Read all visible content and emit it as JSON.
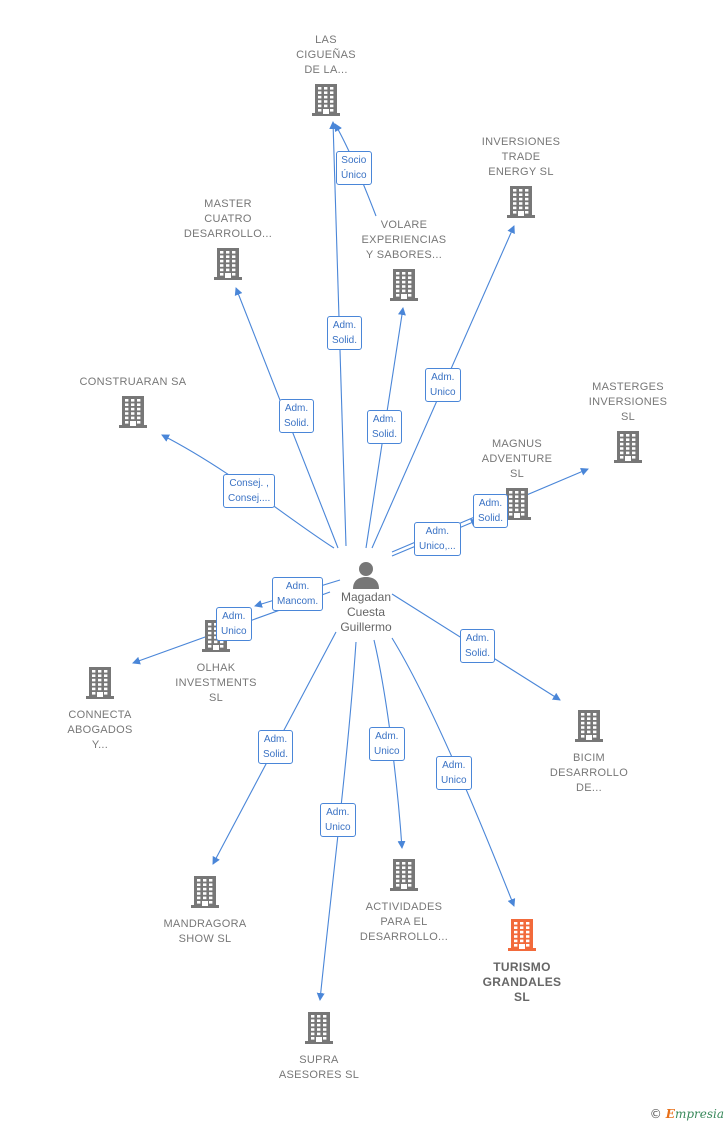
{
  "colors": {
    "edge": "#4a86d8",
    "node": "#777777",
    "highlight": "#f26a3b",
    "person": "#666666"
  },
  "center": {
    "name": "Magadan\nCuesta\nGuillermo",
    "icon": "person-icon"
  },
  "nodes": [
    {
      "id": "ciguenas",
      "label": "LAS\nCIGUEÑAS\nDE LA...",
      "icon": "building-icon",
      "highlight": false
    },
    {
      "id": "inversiones_trade",
      "label": "INVERSIONES\nTRADE\nENERGY  SL",
      "icon": "building-icon",
      "highlight": false
    },
    {
      "id": "master_cuatro",
      "label": "MASTER\nCUATRO\nDESARROLLO...",
      "icon": "building-icon",
      "highlight": false
    },
    {
      "id": "volare",
      "label": "VOLARE\nEXPERIENCIAS\nY SABORES...",
      "icon": "building-icon",
      "highlight": false
    },
    {
      "id": "construaran",
      "label": "CONSTRUARAN SA",
      "icon": "building-icon",
      "highlight": false
    },
    {
      "id": "masterges",
      "label": "MASTERGES\nINVERSIONES\nSL",
      "icon": "building-icon",
      "highlight": false
    },
    {
      "id": "magnus",
      "label": "MAGNUS\nADVENTURE\nSL",
      "icon": "building-icon",
      "highlight": false
    },
    {
      "id": "olhak",
      "label": "OLHAK\nINVESTMENTS\nSL",
      "icon": "building-icon",
      "highlight": false
    },
    {
      "id": "connecta",
      "label": "CONNECTA\nABOGADOS\nY...",
      "icon": "building-icon",
      "highlight": false
    },
    {
      "id": "bicim",
      "label": "BICIM\nDESARROLLO\nDE...",
      "icon": "building-icon",
      "highlight": false
    },
    {
      "id": "mandragora",
      "label": "MANDRAGORA\nSHOW  SL",
      "icon": "building-icon",
      "highlight": false
    },
    {
      "id": "actividades",
      "label": "ACTIVIDADES\nPARA EL\nDESARROLLO...",
      "icon": "building-icon",
      "highlight": false
    },
    {
      "id": "turismo",
      "label": "TURISMO\nGRANDALES\nSL",
      "icon": "building-icon",
      "highlight": true
    },
    {
      "id": "supra",
      "label": "SUPRA\nASESORES  SL",
      "icon": "building-icon",
      "highlight": false
    }
  ],
  "edge_labels": [
    "Socio\nÚnico",
    "Adm.\nSolid.",
    "Adm.\nSolid.",
    "Adm.\nSolid.",
    "Adm.\nUnico",
    "Consej. ,\nConsej....",
    "Adm.\nSolid.",
    "Adm.\nUnico,...",
    "Adm.\nMancom.",
    "Adm.\nUnico",
    "Adm.\nSolid.",
    "Adm.\nSolid.",
    "Adm.\nUnico",
    "Adm.\nUnico",
    "Adm.\nUnico"
  ],
  "brand": {
    "copyright": "©",
    "initial": "E",
    "rest": "mpresia"
  }
}
